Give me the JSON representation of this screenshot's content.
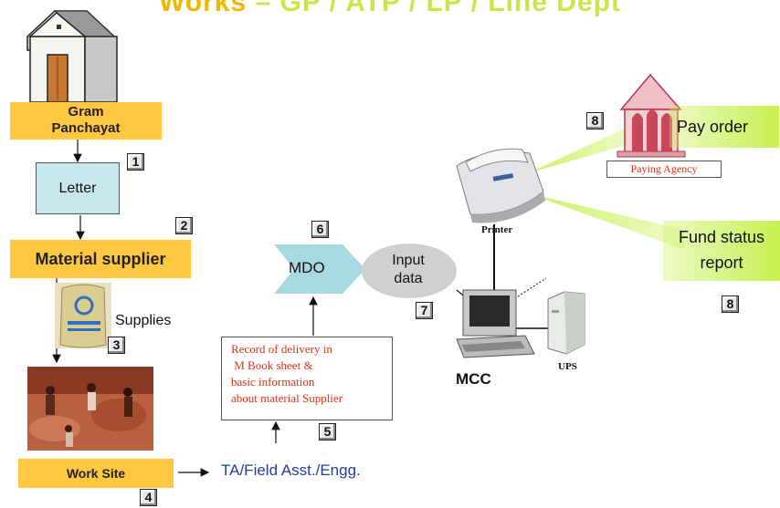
{
  "title": {
    "lead": "Works",
    "rest": " – GP / ATP / LP / Line Dept"
  },
  "nodes": {
    "gram_panchayat": "Gram\nPanchayat",
    "letter": "Letter",
    "material_supplier": "Material supplier",
    "supplies": "Supplies",
    "work_site": "Work Site",
    "ta_field": "TA/Field Asst./Engg.",
    "record": "Record of delivery in\n M Book sheet &\nbasic information\nabout material Supplier",
    "mdo": "MDO",
    "input_data": "Input\ndata",
    "printer": "Printer",
    "mcc": "MCC",
    "ups": "UPS",
    "paying_agency": "Paying Agency",
    "pay_order": "Pay order",
    "fund_status": "Fund status\nreport"
  },
  "steps": [
    "1",
    "2",
    "3",
    "4",
    "5",
    "6",
    "7",
    "8",
    "8"
  ],
  "colors": {
    "yellow_box": "#ffc840",
    "title_green": "#c8e64a",
    "mdo_chevron": "#a8d8e0",
    "letter_box": "#c8e8f0",
    "record_text": "#e03010",
    "ta_text": "#2040a0",
    "green_box": "#c8f050"
  }
}
